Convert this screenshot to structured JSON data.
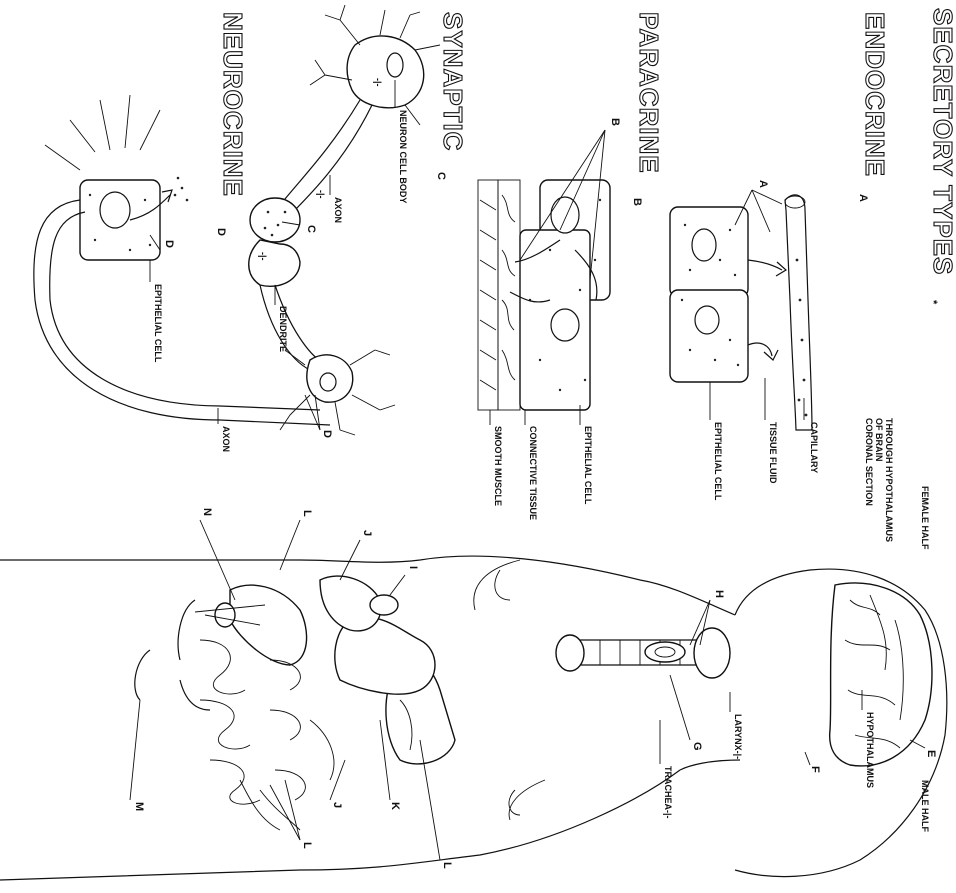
{
  "titles": {
    "secretory": "SECRETORY TYPES",
    "secretory_sub": "*",
    "endocrine": "ENDOCRINE",
    "endocrine_sub": "A",
    "paracrine": "PARACRINE",
    "paracrine_sub": "B",
    "synaptic": "SYNAPTIC",
    "synaptic_sub": "C",
    "neurocrine": "NEUROCRINE",
    "neurocrine_sub": "D"
  },
  "endocrine": {
    "letter": "A",
    "capillary": "CAPILLARY",
    "tissue_fluid": "TISSUE FLUID",
    "epithelial_cell": "EPITHELIAL CELL"
  },
  "paracrine": {
    "letter": "B",
    "epithelial_cell": "EPITHELIAL CELL",
    "connective_tissue": "CONNECTIVE TISSUE",
    "smooth_muscle": "SMOOTH MUSCLE"
  },
  "synaptic": {
    "neuron_cell_body": "NEURON CELL BODY",
    "axon": "AXON",
    "letter": "C",
    "dendrite": "DENDRITE",
    "plus": "-|-"
  },
  "neurocrine": {
    "letter": "D",
    "epithelial_cell": "EPITHELIAL CELL",
    "axon": "AXON"
  },
  "body": {
    "coronal_1": "CORONAL SECTION",
    "coronal_2": "OF BRAIN",
    "coronal_3": "THROUGH HYPOTHALAMUS",
    "female_half": "FEMALE HALF",
    "male_half": "MALE HALF",
    "hypothalamus": "HYPOTHALAMUS",
    "larynx": "LARYNX-|-",
    "trachea": "TRACHEA-|-",
    "letters": {
      "E": "E",
      "F": "F",
      "G": "G",
      "H": "H",
      "I": "I",
      "J": "J",
      "K": "K",
      "L": "L",
      "M": "M",
      "N": "N"
    }
  }
}
